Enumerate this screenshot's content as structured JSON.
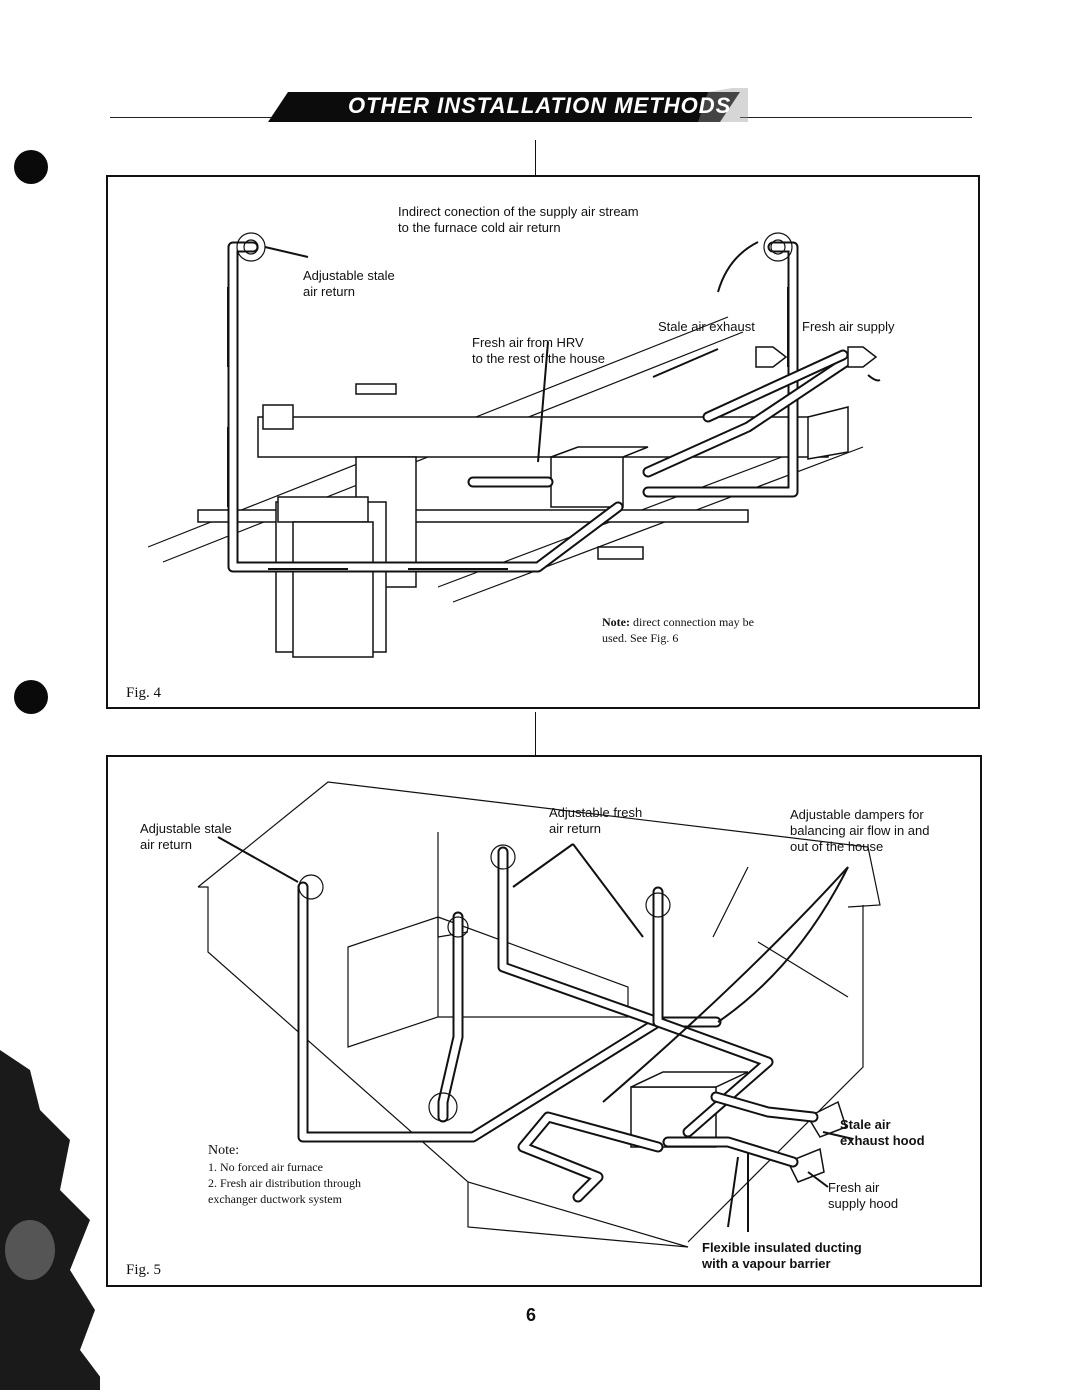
{
  "header": {
    "title": "OTHER INSTALLATION METHODS"
  },
  "fig4": {
    "caption": "Fig. 4",
    "labels": {
      "indirect": "Indirect conection of the supply air stream\nto the furnace cold air return",
      "adjustable_stale": "Adjustable stale\nair return",
      "stale_exhaust": "Stale air exhaust",
      "fresh_supply": "Fresh air supply",
      "fresh_from_hrv": "Fresh air from HRV\nto the rest of the house",
      "note_bold": "Note:",
      "note_text": " direct connection may be\nused. See Fig. 6"
    }
  },
  "fig5": {
    "caption": "Fig. 5",
    "labels": {
      "adjustable_stale": "Adjustable stale\nair return",
      "adjustable_fresh": "Adjustable fresh\nair return",
      "dampers": "Adjustable dampers for\nbalancing air flow in and\nout of the house",
      "stale_exhaust_hood": "Stale air\nexhaust hood",
      "fresh_supply_hood": "Fresh air\nsupply hood",
      "flexible_ducting": "Flexible insulated ducting\nwith a vapour barrier"
    },
    "note": {
      "heading": "Note:",
      "items": [
        "1. No forced air furnace",
        "2. Fresh air distribution through\n    exchanger ductwork system"
      ]
    }
  },
  "footer": {
    "page_number": "6"
  }
}
